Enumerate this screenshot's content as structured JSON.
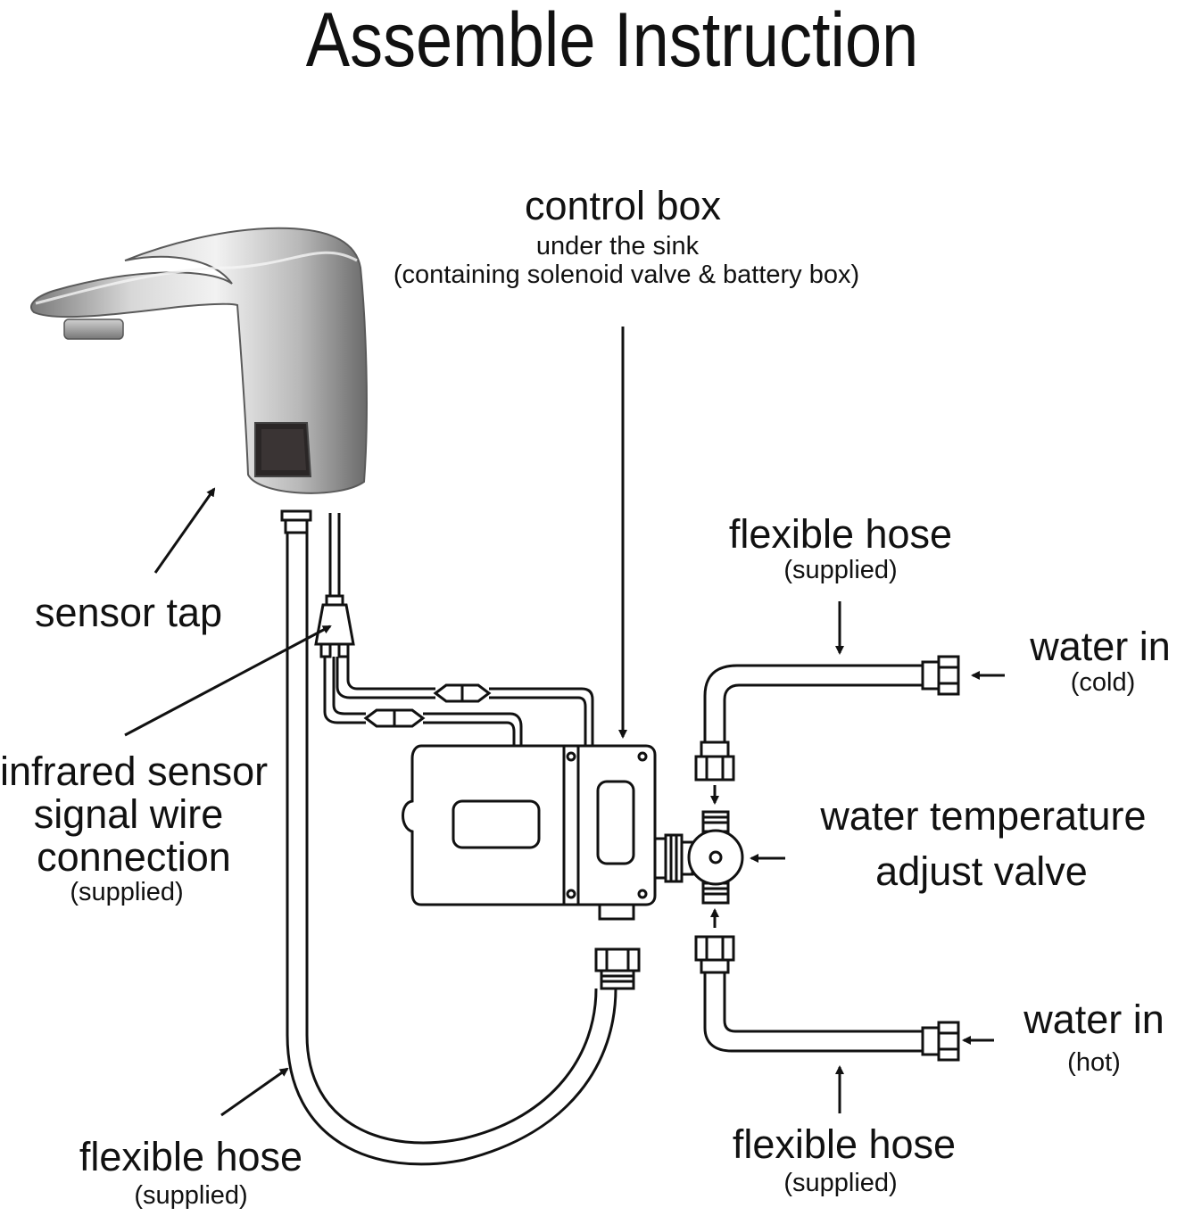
{
  "title": "Assemble Instruction",
  "labels": {
    "control_box": "control box",
    "control_box_note1": "under the sink",
    "control_box_note2": "(containing solenoid valve & battery box)",
    "sensor_tap": "sensor tap",
    "infrared_line1": "infrared sensor",
    "infrared_line2": "signal wire",
    "infrared_line3": "connection",
    "infrared_supplied": "(supplied)",
    "hose_top": "flexible hose",
    "hose_top_supplied": "(supplied)",
    "water_in_cold": "water in",
    "cold": "(cold)",
    "valve_line1": "water temperature",
    "valve_line2": "adjust valve",
    "water_in_hot": "water in",
    "hot": "(hot)",
    "hose_bottom_right": "flexible hose",
    "hose_bottom_right_supplied": "(supplied)",
    "hose_bottom_left": "flexible hose",
    "hose_bottom_left_supplied": "(supplied)"
  },
  "colors": {
    "line": "#111111",
    "chrome_light": "#e6e6e6",
    "chrome_dark": "#6e6e6e",
    "sensor_window": "#2a2626"
  }
}
